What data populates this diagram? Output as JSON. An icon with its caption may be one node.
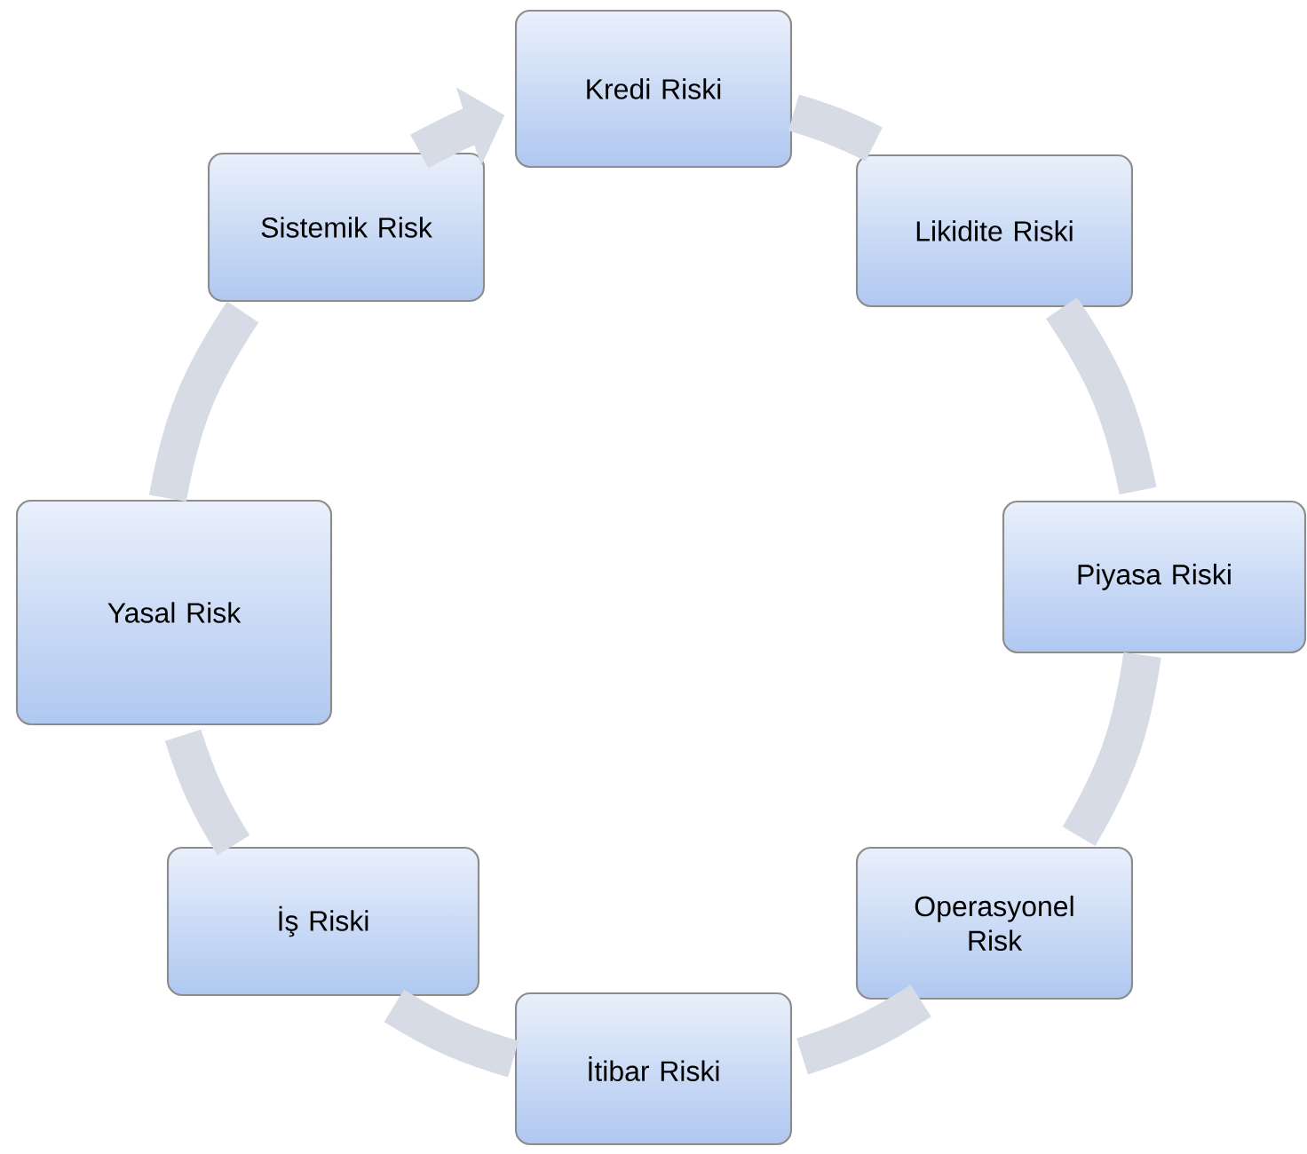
{
  "diagram": {
    "nodes": [
      {
        "text": [
          "Kredi Riski"
        ]
      },
      {
        "text": [
          "Likidite Riski"
        ]
      },
      {
        "text": [
          "Piyasa Riski"
        ]
      },
      {
        "text": [
          "Operasyonel Risk"
        ]
      },
      {
        "text": [
          "İtibar Riski"
        ]
      },
      {
        "text": [
          "İş Riski"
        ]
      },
      {
        "text": [
          "Yasal Risk"
        ]
      },
      {
        "text": [
          "Sistemik Risk"
        ]
      }
    ],
    "edges": [
      {
        "from": 0,
        "to": 1,
        "arrow": "none"
      },
      {
        "from": 1,
        "to": 2,
        "arrow": "none"
      },
      {
        "from": 2,
        "to": 3,
        "arrow": "none"
      },
      {
        "from": 3,
        "to": 4,
        "arrow": "none"
      },
      {
        "from": 4,
        "to": 5,
        "arrow": "none"
      },
      {
        "from": 5,
        "to": 6,
        "arrow": "none"
      },
      {
        "from": 6,
        "to": 7,
        "arrow": "none"
      },
      {
        "from": 7,
        "to": 0,
        "arrow": "to"
      }
    ]
  }
}
